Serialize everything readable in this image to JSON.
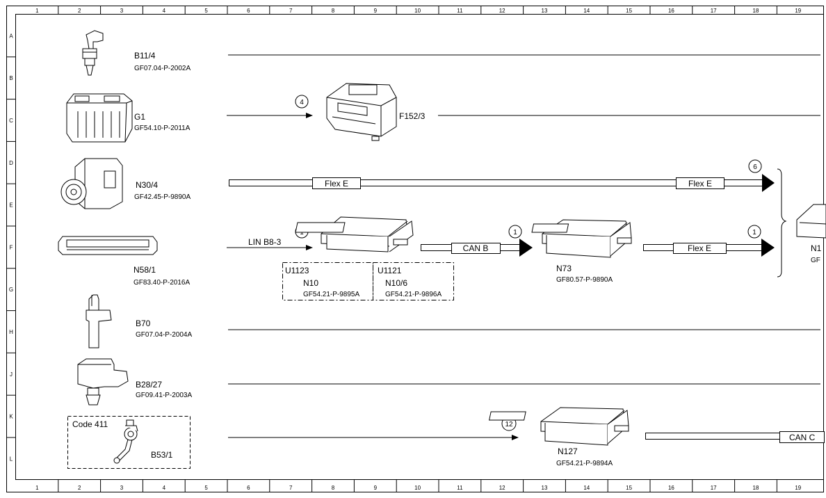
{
  "grid": {
    "columns": [
      "1",
      "2",
      "3",
      "4",
      "5",
      "6",
      "7",
      "8",
      "9",
      "10",
      "11",
      "12",
      "13",
      "14",
      "15",
      "16",
      "17",
      "18",
      "19"
    ],
    "rows": [
      "A",
      "B",
      "C",
      "D",
      "E",
      "F",
      "G",
      "H",
      "J",
      "K",
      "L"
    ]
  },
  "components": {
    "b11_4": {
      "code": "B11/4",
      "doc": "GF07.04-P-2002A"
    },
    "g1": {
      "code": "G1",
      "doc": "GF54.10-P-2011A"
    },
    "f152_3": {
      "code": "F152/3"
    },
    "n30_4": {
      "code": "N30/4",
      "doc": "GF42.45-P-9890A"
    },
    "n58_1": {
      "code": "N58/1",
      "doc": "GF83.40-P-2016A"
    },
    "n10": {
      "code": "N10",
      "doc": "GF54.21-P-9895A",
      "variant": "U1123"
    },
    "n10_6": {
      "code": "N10/6",
      "doc": "GF54.21-P-9896A",
      "variant": "U1121"
    },
    "n73": {
      "code": "N73",
      "doc": "GF80.57-P-9890A"
    },
    "b70": {
      "code": "B70",
      "doc": "GF07.04-P-2004A"
    },
    "b28_27": {
      "code": "B28/27",
      "doc": "GF09.41-P-2003A"
    },
    "b53_1": {
      "code": "B53/1",
      "box_label": "Code 411"
    },
    "n127": {
      "code": "N127",
      "doc": "GF54.21-P-9894A"
    },
    "n1_partial": {
      "code": "N1",
      "doc": "GF"
    }
  },
  "connections": {
    "lin": "LIN B8-3",
    "can_b": "CAN B",
    "flex_e": "Flex E",
    "can_c": "CAN C"
  },
  "markers": {
    "m4": "4",
    "m6": "6",
    "m1": "1",
    "m12": "12"
  }
}
